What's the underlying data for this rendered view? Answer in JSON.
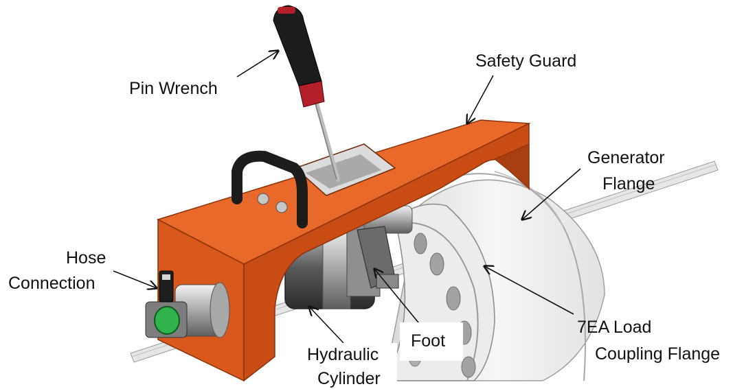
{
  "labels": {
    "pin_wrench": "Pin Wrench",
    "safety_guard": "Safety Guard",
    "generator_flange_line1": "Generator",
    "generator_flange_line2": "Flange",
    "hose_connection_line1": "Hose",
    "hose_connection_line2": "Connection",
    "hydraulic_cylinder_line1": "Hydraulic",
    "hydraulic_cylinder_line2": "Cylinder",
    "foot": "Foot",
    "load_coupling_line1": "7EA Load",
    "load_coupling_line2": "Coupling Flange"
  },
  "colors": {
    "guard": "#d9581c",
    "guard_dark": "#a83f10",
    "guard_top": "#e8692a",
    "steel": "#c9c9c9",
    "flange": "#efefef",
    "handle": "#1c1c1c",
    "wrench_red": "#b3202a",
    "hose_green": "#2fb34a"
  }
}
